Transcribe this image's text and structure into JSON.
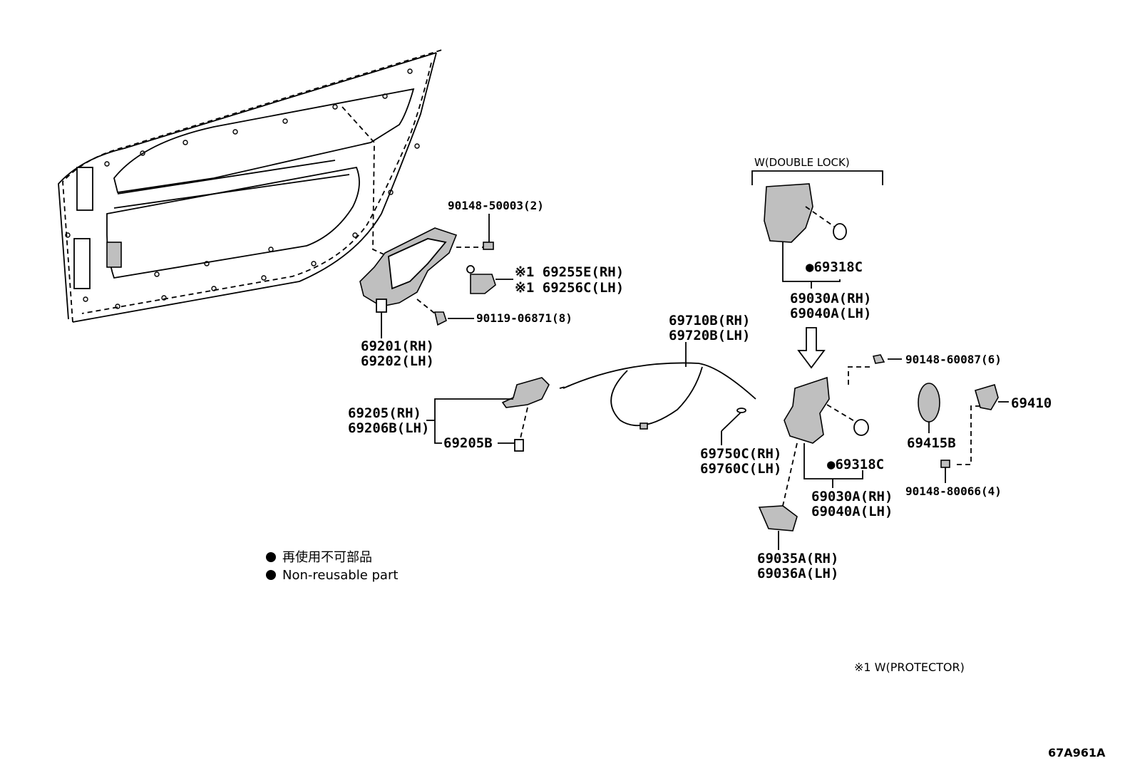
{
  "diagram_title": "W(DOUBLE LOCK)",
  "diagram_code": "67A961A",
  "footnote": "※1 W(PROTECTOR)",
  "legend": {
    "jp": "再使用不可部品",
    "en": "Non-reusable part"
  },
  "labels": {
    "bolt_50003": "90148-50003(2)",
    "protector_rh": "※1 69255E(RH)",
    "protector_lh": "※1 69256C(LH)",
    "screw_06871": "90119-06871(8)",
    "outer_handle_rh": "69201(RH)",
    "outer_handle_lh": "69202(LH)",
    "inner_handle_rh": "69205(RH)",
    "inner_handle_lh": "69206B(LH)",
    "inner_handle_sub": "69205B",
    "cable_rh": "69710B(RH)",
    "cable_lh": "69720B(LH)",
    "rod_rh": "69750C(RH)",
    "rod_lh": "69760C(LH)",
    "seal_top": "●69318C",
    "lock_top_rh": "69030A(RH)",
    "lock_top_lh": "69040A(LH)",
    "seal_main": "●69318C",
    "lock_main_rh": "69030A(RH)",
    "lock_main_lh": "69040A(LH)",
    "screw_60087": "90148-60087(6)",
    "cover": "69415B",
    "striker": "69410",
    "screw_80066": "90148-80066(4)",
    "lock_cover_rh": "69035A(RH)",
    "lock_cover_lh": "69036A(LH)"
  }
}
